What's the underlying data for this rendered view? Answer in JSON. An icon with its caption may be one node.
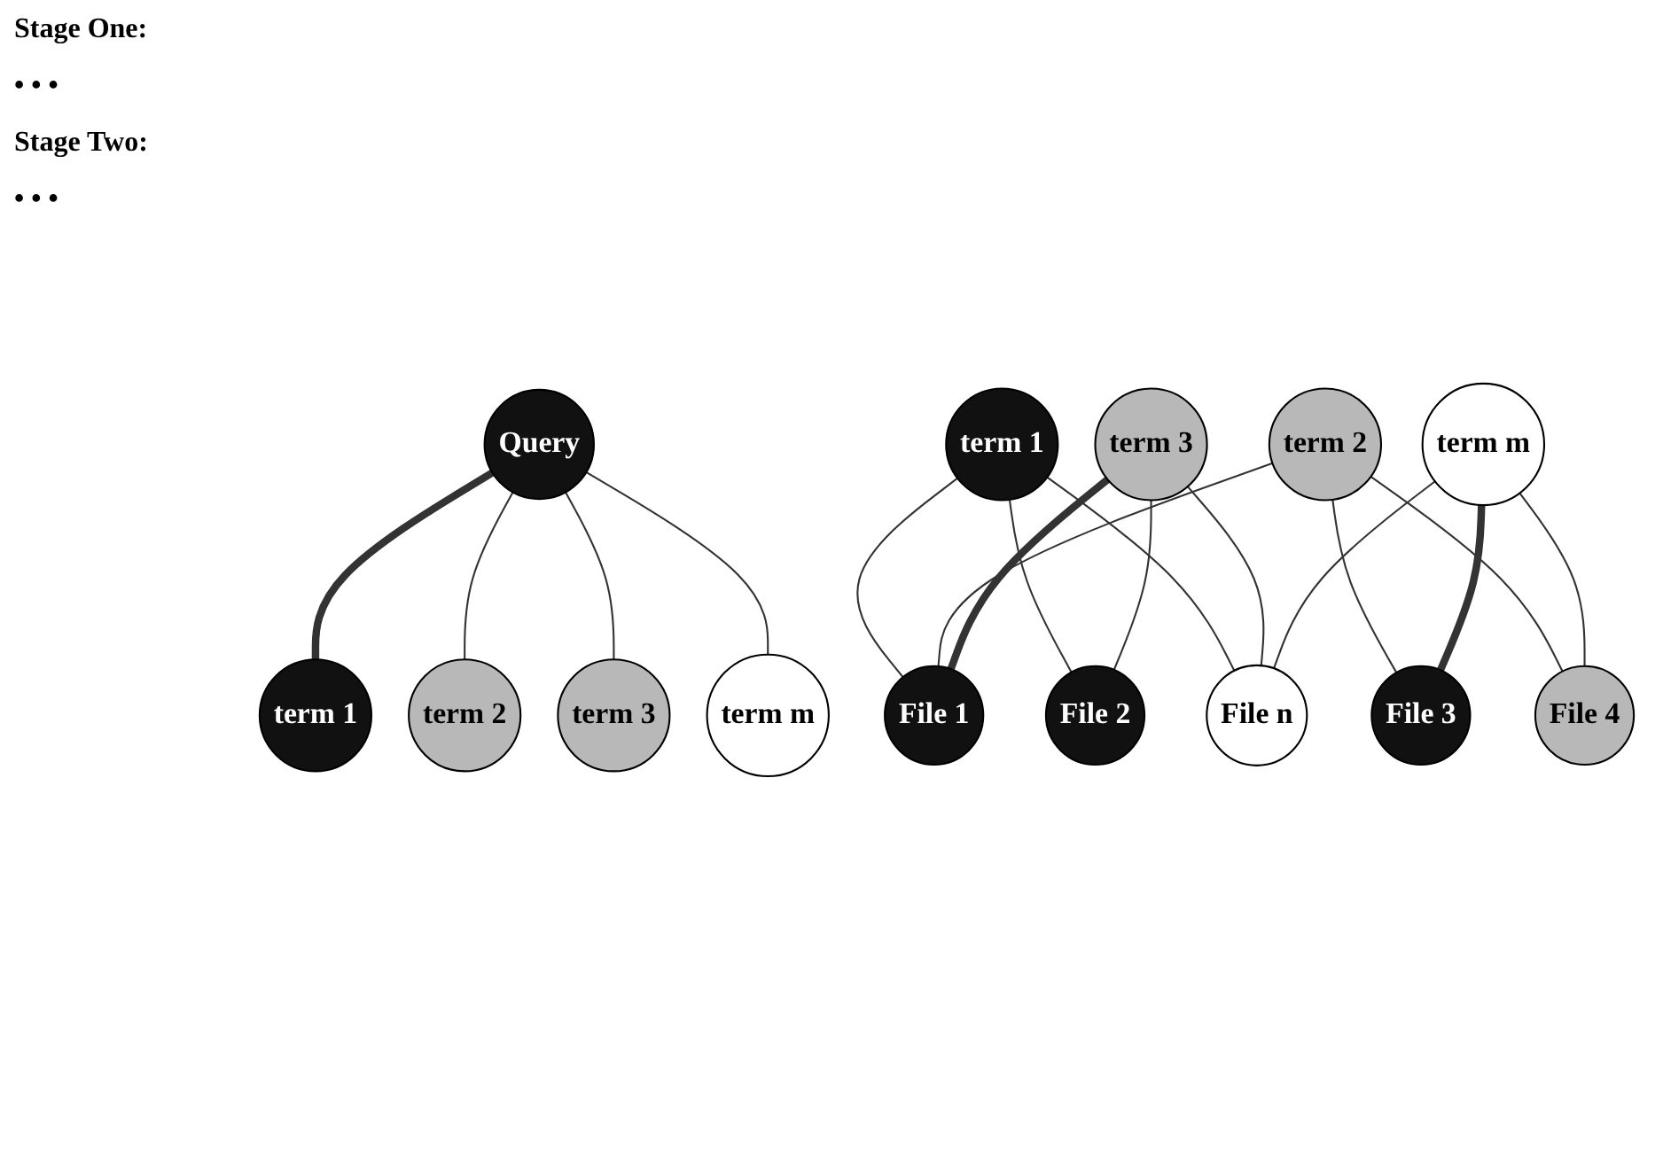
{
  "diagram": {
    "nodes": [
      {
        "text": [
          "Query"
        ]
      },
      {
        "text": [
          "term 1"
        ]
      },
      {
        "text": [
          "term 2"
        ]
      },
      {
        "text": [
          "term 3"
        ]
      },
      {
        "text": [
          "term m"
        ]
      },
      {
        "text": [
          "term 1"
        ]
      },
      {
        "text": [
          "term 2"
        ]
      },
      {
        "text": [
          "term 3"
        ]
      },
      {
        "text": [
          "term m"
        ]
      },
      {
        "text": [
          "File 1"
        ]
      },
      {
        "text": [
          "File 2"
        ]
      },
      {
        "text": [
          "File 3"
        ]
      },
      {
        "text": [
          "File 4"
        ]
      },
      {
        "text": [
          "File n"
        ]
      }
    ],
    "edges": [
      {
        "from": 0,
        "to": 1,
        "arrow": "none",
        "style": "thick"
      },
      {
        "from": 0,
        "to": 2,
        "arrow": "none"
      },
      {
        "from": 0,
        "to": 3,
        "arrow": "none"
      },
      {
        "from": 0,
        "to": 4,
        "arrow": "none"
      },
      {
        "from": 5,
        "to": 9,
        "arrow": "none"
      },
      {
        "from": 5,
        "to": 10,
        "arrow": "none"
      },
      {
        "from": 5,
        "to": 13,
        "arrow": "none"
      },
      {
        "from": 6,
        "to": 9,
        "arrow": "none"
      },
      {
        "from": 6,
        "to": 11,
        "arrow": "none"
      },
      {
        "from": 6,
        "to": 12,
        "arrow": "none"
      },
      {
        "from": 7,
        "to": 9,
        "arrow": "none",
        "style": "thick"
      },
      {
        "from": 7,
        "to": 10,
        "arrow": "none"
      },
      {
        "from": 7,
        "to": 13,
        "arrow": "none"
      },
      {
        "from": 8,
        "to": 11,
        "arrow": "none",
        "style": "thick"
      },
      {
        "from": 8,
        "to": 12,
        "arrow": "none"
      },
      {
        "from": 8,
        "to": 13,
        "arrow": "none"
      }
    ],
    "labels": [
      "Stage One:",
      "• • •",
      "Stage Two:",
      "• • •"
    ]
  }
}
